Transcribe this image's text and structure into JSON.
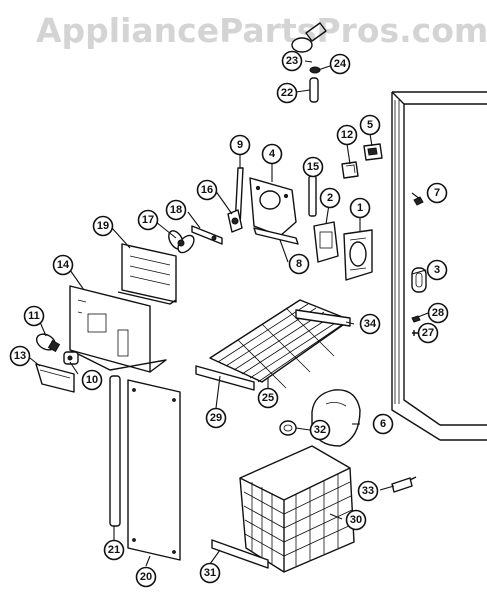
{
  "watermark": "AppliancePartsPros.com",
  "callouts": [
    {
      "number": "1"
    },
    {
      "number": "2"
    },
    {
      "number": "3"
    },
    {
      "number": "4"
    },
    {
      "number": "5"
    },
    {
      "number": "6"
    },
    {
      "number": "7"
    },
    {
      "number": "8"
    },
    {
      "number": "9"
    },
    {
      "number": "10"
    },
    {
      "number": "11"
    },
    {
      "number": "12"
    },
    {
      "number": "13"
    },
    {
      "number": "14"
    },
    {
      "number": "15"
    },
    {
      "number": "16"
    },
    {
      "number": "17"
    },
    {
      "number": "18"
    },
    {
      "number": "19"
    },
    {
      "number": "20"
    },
    {
      "number": "21"
    },
    {
      "number": "22"
    },
    {
      "number": "23"
    },
    {
      "number": "24"
    },
    {
      "number": "25"
    },
    {
      "number": "27"
    },
    {
      "number": "28"
    },
    {
      "number": "29"
    },
    {
      "number": "30"
    },
    {
      "number": "31"
    },
    {
      "number": "32"
    },
    {
      "number": "33"
    },
    {
      "number": "34"
    }
  ]
}
